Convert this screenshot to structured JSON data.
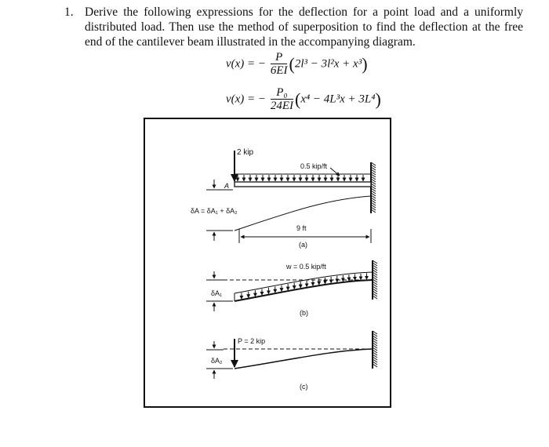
{
  "problem": {
    "number": "1.",
    "text": "Derive the following expressions for the deflection for a point load and a uniformly distributed load. Then use the method of superposition to find the deflection at the free end of the cantilever beam illustrated in the accompanying diagram."
  },
  "equations": {
    "eq1": {
      "lhs": "v(x) = −",
      "numerator": "P",
      "denominator": "6EI",
      "body": "2l³ − 3l²x + x³"
    },
    "eq2": {
      "lhs": "v(x) = −",
      "numerator": "P₀",
      "denominator": "24EI",
      "body": "x⁴ − 4L³x + 3L⁴"
    }
  },
  "diagram": {
    "a": {
      "point_load": "2 kip",
      "dist_load": "0.5 kip/ft",
      "point_label": "A",
      "superposition": "δA = δA₁ + δA₂",
      "span": "9 ft",
      "caption": "(a)"
    },
    "b": {
      "dist_load": "w = 0.5 kip/ft",
      "deflection": "δA₁",
      "caption": "(b)"
    },
    "c": {
      "point_load": "P = 2 kip",
      "deflection": "δA₂",
      "caption": "(c)"
    }
  }
}
